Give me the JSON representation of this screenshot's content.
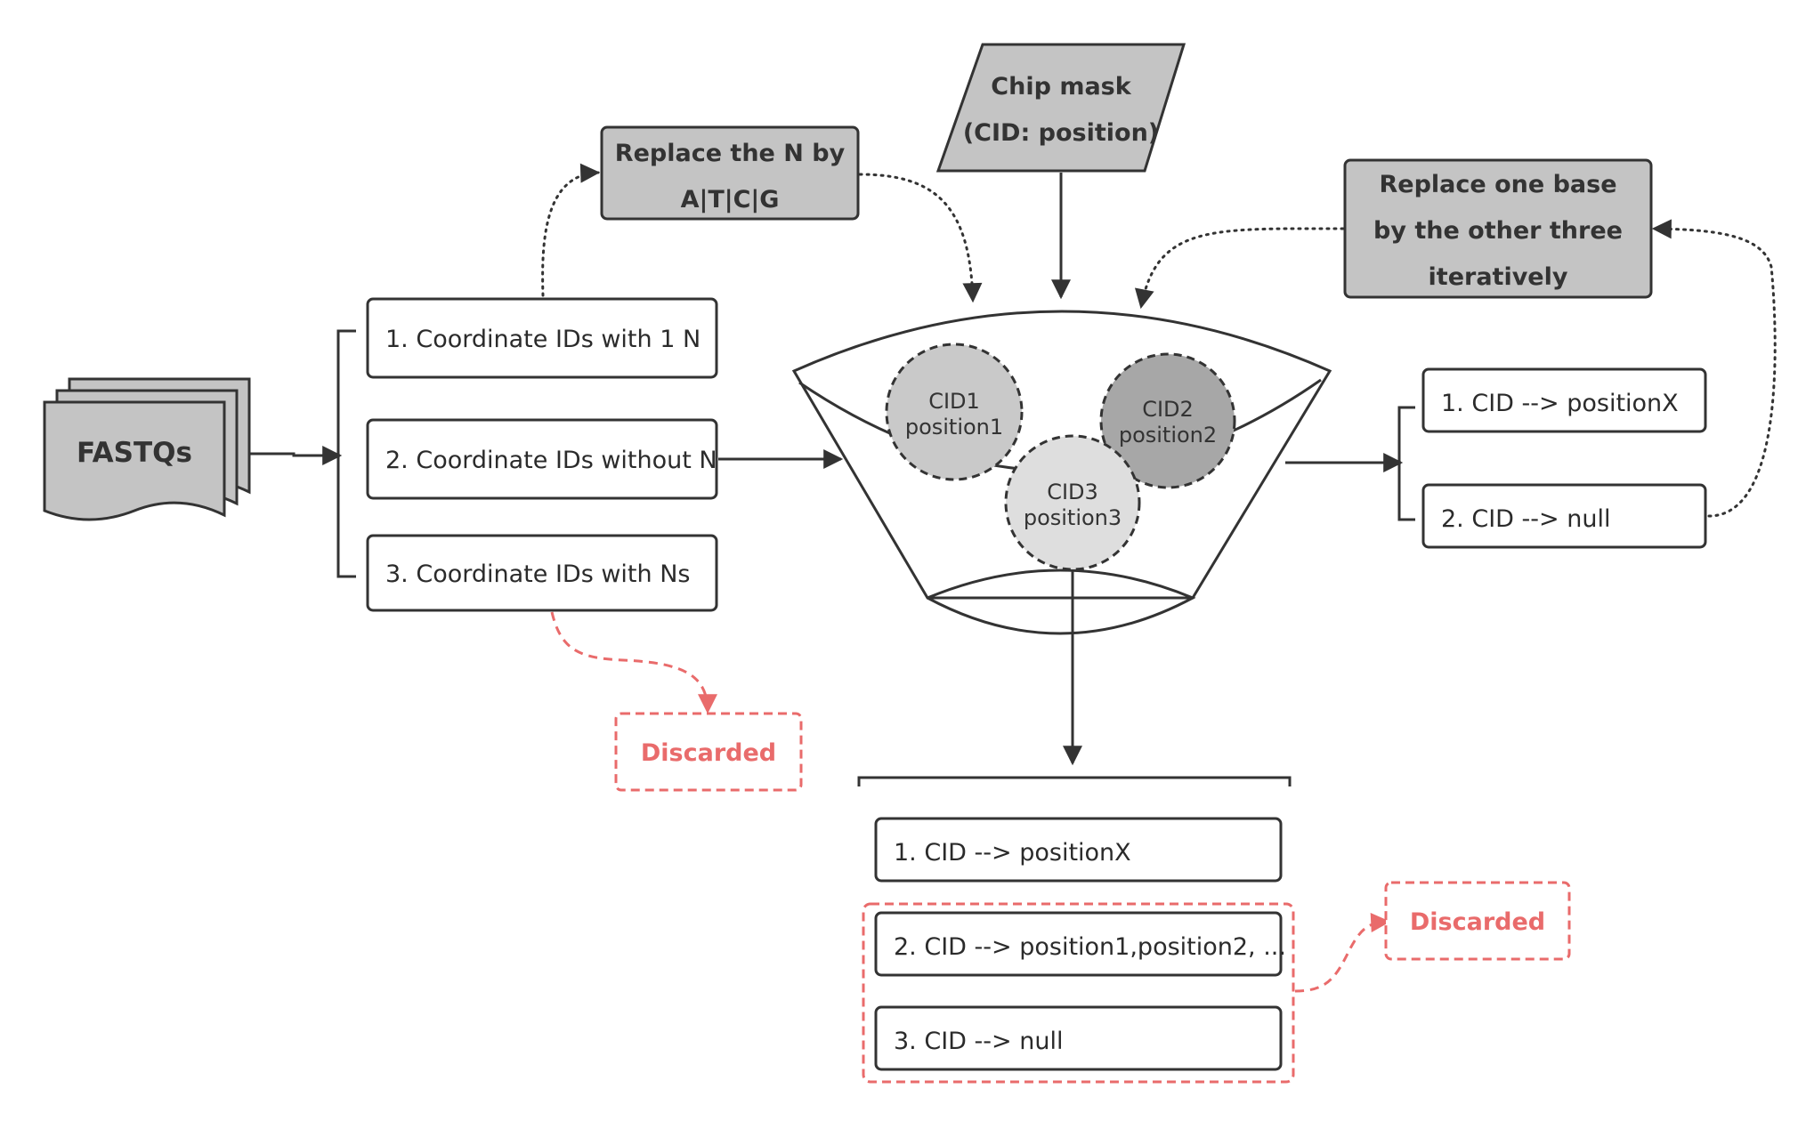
{
  "colors": {
    "stroke": "#333333",
    "gray_box": "#c4c4c4",
    "circle1": "#c9c9c9",
    "circle2": "#a7a7a7",
    "circle3": "#dedede",
    "discard": "#e96b6b"
  },
  "fastqs": {
    "label": "FASTQs"
  },
  "coord_ids": [
    "1. Coordinate IDs with 1 N",
    "2. Coordinate IDs without N",
    "3. Coordinate IDs with Ns"
  ],
  "replace_n": {
    "line1": "Replace the N by",
    "line2": "A|T|C|G"
  },
  "chip_mask": {
    "line1": "Chip mask",
    "line2": "(CID: position)"
  },
  "replace_base": {
    "line1": "Replace one base",
    "line2": "by the other three",
    "line3": "iteratively"
  },
  "circles": [
    {
      "id": "CID1",
      "pos": "position1"
    },
    {
      "id": "CID2",
      "pos": "position2"
    },
    {
      "id": "CID3",
      "pos": "position3"
    }
  ],
  "right_results": [
    "1. CID --> positionX",
    "2. CID --> null"
  ],
  "bottom_results": [
    "1. CID --> positionX",
    "2. CID --> position1,position2, ...",
    "3. CID --> null"
  ],
  "discarded_left": "Discarded",
  "discarded_right": "Discarded"
}
